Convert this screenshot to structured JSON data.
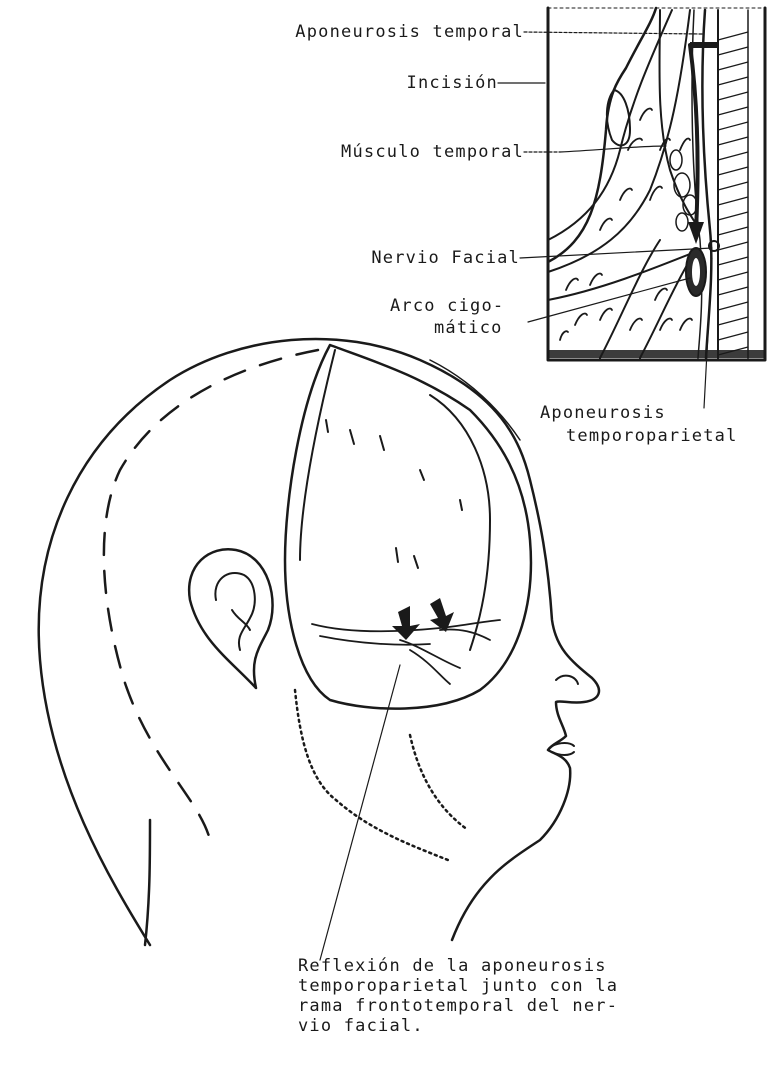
{
  "labels": {
    "aponeurosis_temporal": "Aponeurosis temporal",
    "incision": "Incisión",
    "musculo_temporal": "Músculo temporal",
    "nervio_facial": "Nervio Facial",
    "arco_line1": "Arco cigo-",
    "arco_line2": "mático",
    "aponeurosis_tp_line1": "Aponeurosis",
    "aponeurosis_tp_line2": "temporoparietal"
  },
  "caption": {
    "line1": "Reflexión de la aponeurosis",
    "line2": "temporoparietal junto con la",
    "line3": "rama frontotemporal del ner-",
    "line4": "vio facial."
  },
  "colors": {
    "ink": "#1a1a1a",
    "paper": "#ffffff"
  }
}
